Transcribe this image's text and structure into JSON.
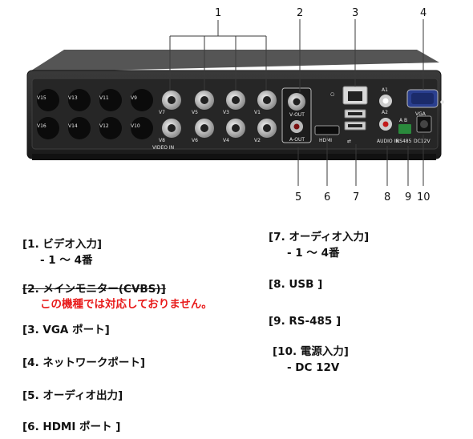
{
  "callout_numbers": [
    "1",
    "2",
    "3",
    "4",
    "5",
    "6",
    "7",
    "8",
    "9",
    "10"
  ],
  "panel_labels": {
    "video_in": "VIDEO IN",
    "v_out": "V-OUT",
    "a_out": "A-OUT",
    "hdmi": "HDMI",
    "vga": "VGA",
    "audio_in": "AUDIO IN",
    "rs485": "RS485",
    "dc12v": "DC12V",
    "a1": "A1",
    "a2": "A2",
    "rs_ab": "A  B",
    "channels": [
      "V7",
      "V5",
      "V3",
      "V1",
      "V8",
      "V6",
      "V4",
      "V2"
    ],
    "disc_left": [
      "V15",
      "V13",
      "V11",
      "V9",
      "V16",
      "V14",
      "V12",
      "V10"
    ]
  },
  "legend": {
    "item1": {
      "title": "[1. ビデオ入力]",
      "sub": "- 1 ～ 4番"
    },
    "item2": {
      "title": "[2. メインモニター(CVBS)]",
      "note": "この機種では対応しておりません。"
    },
    "item3": {
      "title": "[3. VGA ポート]"
    },
    "item4": {
      "title": "[4. ネットワークポート]"
    },
    "item5": {
      "title": "[5. オーディオ出力]"
    },
    "item6": {
      "title": "[6. HDMI ポート ]"
    },
    "item7": {
      "title": "[7. オーディオ入力]",
      "sub": "- 1 ～ 4番"
    },
    "item8": {
      "title": "[8. USB  ]"
    },
    "item9": {
      "title": "[9. RS-485 ]"
    },
    "item10": {
      "title": "[10. 電源入力]",
      "sub": "- DC 12V"
    }
  },
  "colors": {
    "panel": "#2b2b2b",
    "panel_edge": "#4a4a4a",
    "bnc": "#cfcfcf",
    "line": "#3a3a3a",
    "note_red": "#e81c1c"
  }
}
